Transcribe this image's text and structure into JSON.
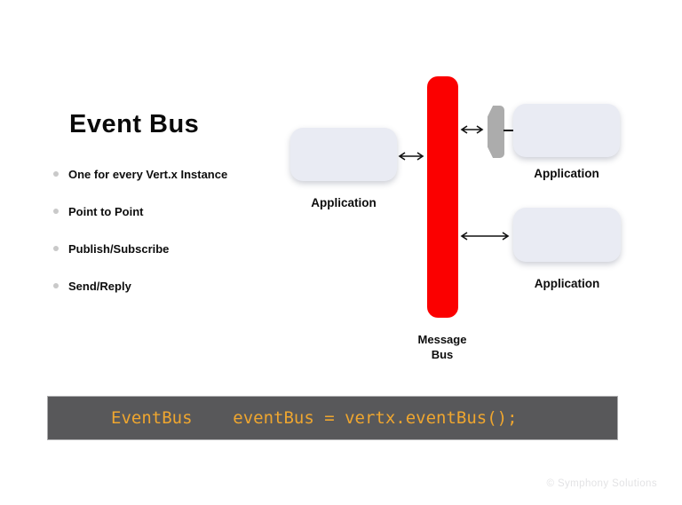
{
  "slide": {
    "title": "Event Bus",
    "bullets": [
      "One for every Vert.x Instance",
      "Point to Point",
      "Publish/Subscribe",
      "Send/Reply"
    ],
    "diagram": {
      "left_app_label": "Application",
      "top_right_app_label": "Application",
      "bottom_right_app_label": "Application",
      "bus_label_line1": "Message",
      "bus_label_line2": "Bus"
    },
    "code": {
      "text": "EventBus    eventBus = vertx.eventBus();"
    },
    "footer": "© Symphony Solutions",
    "colors": {
      "bus_red": "#fb0000",
      "app_box_fill": "#e9ebf3",
      "connector_gray": "#acacac",
      "code_bg": "#58585a",
      "code_text": "#efa62f",
      "bullet_dot": "#c9c9c9",
      "footer_text": "#e3e3e5"
    }
  }
}
